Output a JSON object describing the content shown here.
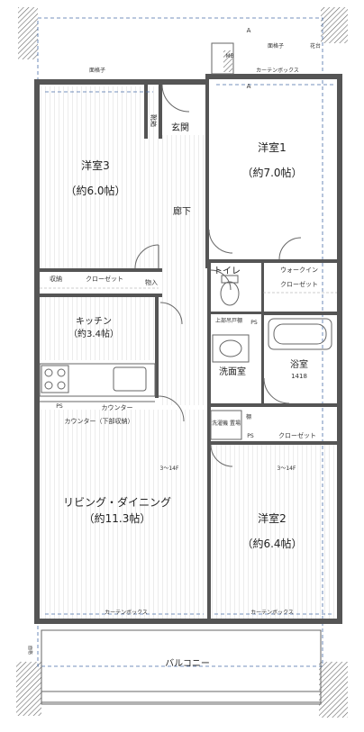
{
  "rooms": {
    "western_room_1": {
      "name": "洋室1",
      "size": "（約7.0帖）"
    },
    "western_room_2": {
      "name": "洋室2",
      "size": "（約6.4帖）"
    },
    "western_room_3": {
      "name": "洋室3",
      "size": "（約6.0帖）"
    },
    "kitchen": {
      "name": "キッチン",
      "size": "（約3.4帖）"
    },
    "living_dining": {
      "name": "リビング・ダイニング",
      "size": "（約11.3帖）"
    },
    "bathroom": {
      "name": "浴室",
      "size": "1418"
    },
    "washroom": {
      "name": "洗面室"
    },
    "toilet": {
      "name": "トイレ"
    },
    "hallway": {
      "name": "廊下"
    },
    "entrance": {
      "name": "玄関"
    },
    "shoe_cupboard": {
      "name": "靴箱"
    },
    "walk_in_closet": {
      "line1": "ウォークイン",
      "line2": "クローゼット"
    },
    "balcony": {
      "name": "バルコニー"
    }
  },
  "labels": {
    "storage": "収納",
    "closet_kitchen": "クローゼット",
    "closet_room2": "クローゼット",
    "storeroom": "物入",
    "counter": "カウンター",
    "counter_lower": "カウンター（下部収納）",
    "curtain_box_top": "カーテンボックス",
    "curtain_box_left": "カーテンボックス",
    "curtain_box_right": "カーテンボックス",
    "lattice_top": "面格子",
    "lattice_right": "面格子",
    "flower_bed": "花台",
    "upper_cabinet": "上部吊戸棚",
    "laundry_pan": "洗濯機\n置場",
    "shelf": "棚",
    "ps_1": "PS",
    "ps_2": "PS",
    "ps_3": "PS",
    "mb": "MB",
    "ceiling_left": "3～14F",
    "ceiling_right": "3～14F",
    "section_a_top": "A",
    "section_a_bottom": "A",
    "sash": "面格"
  }
}
